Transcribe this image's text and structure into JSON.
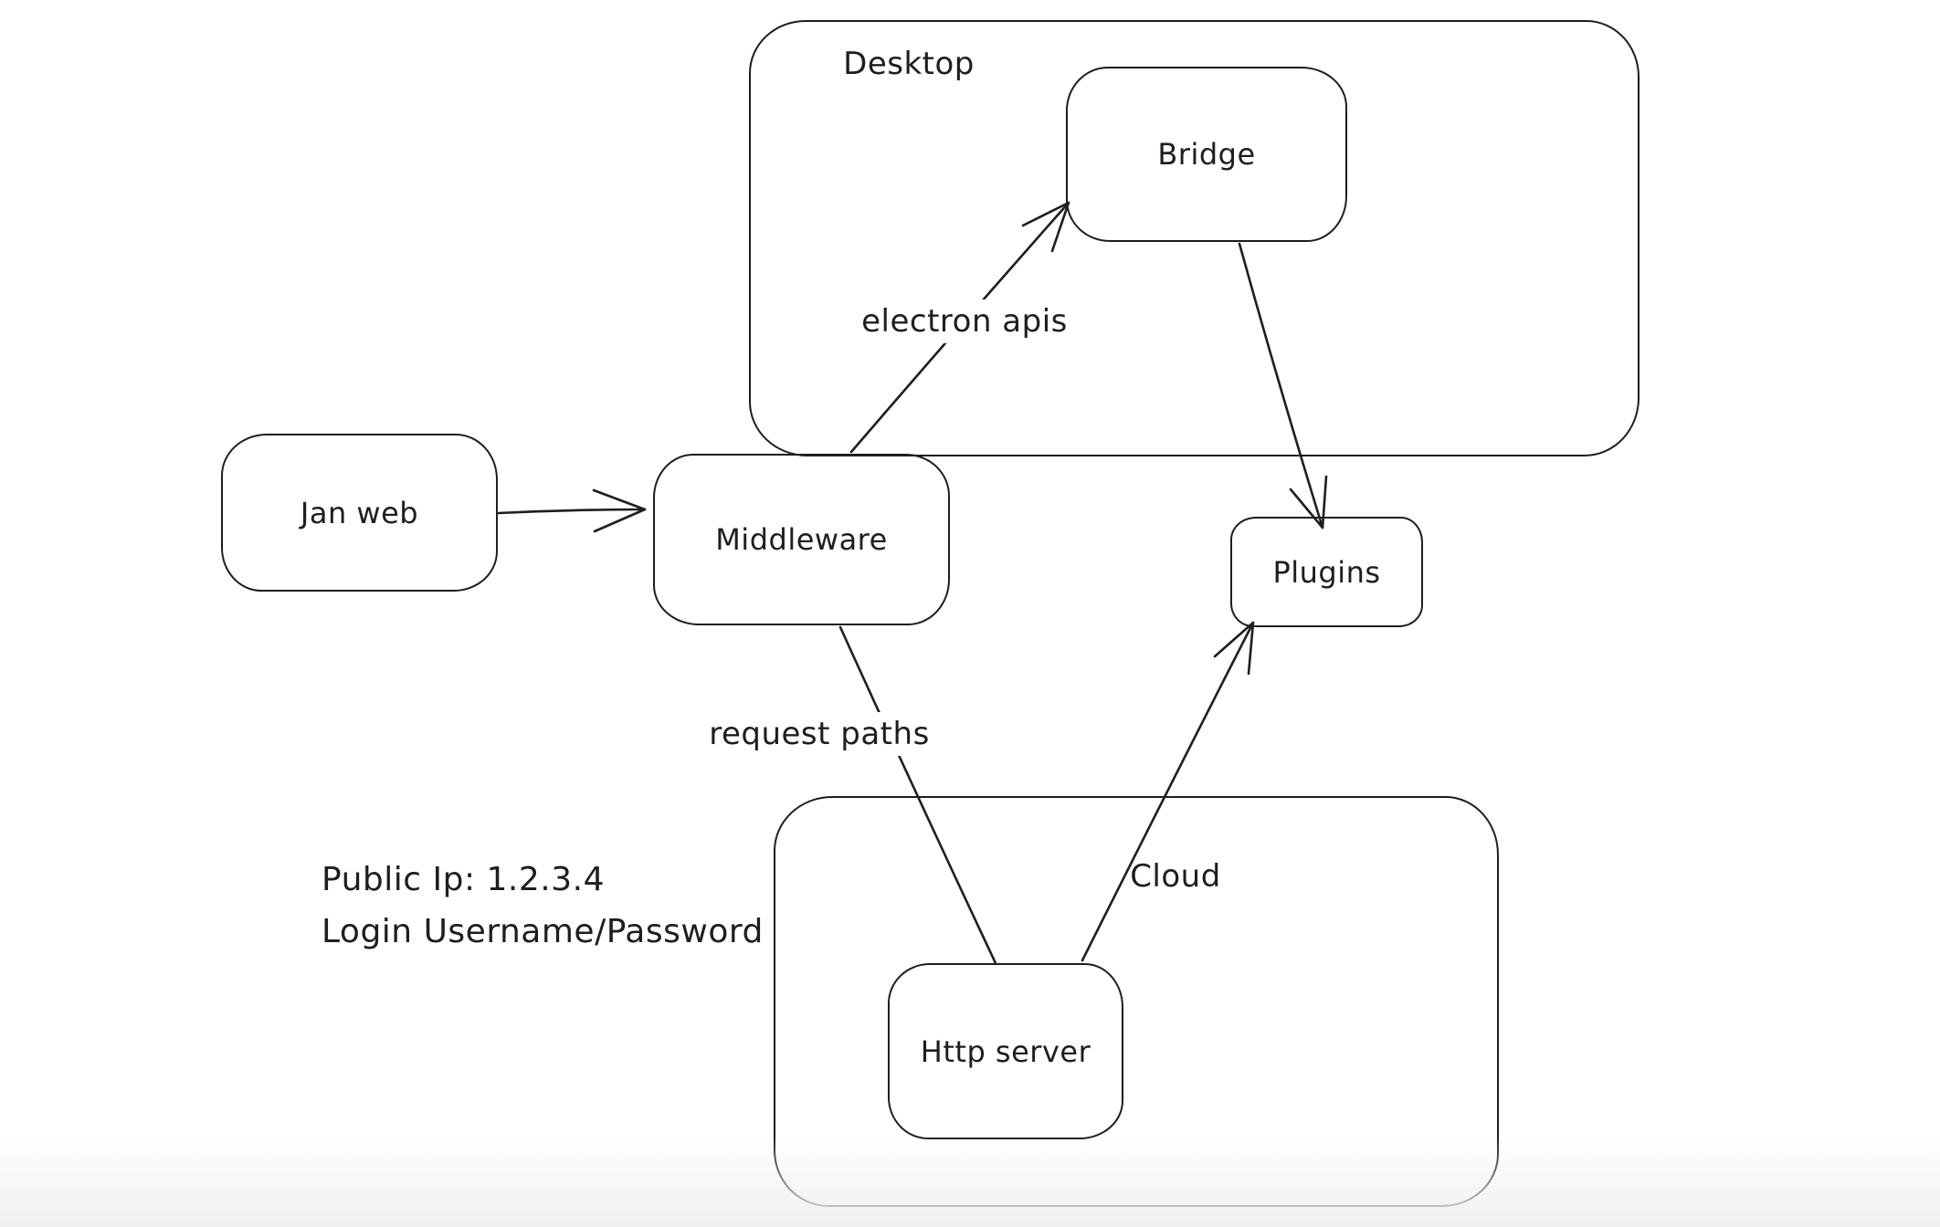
{
  "diagram": {
    "style": "hand-drawn whiteboard sketch",
    "colors": {
      "stroke": "#1e1e1e",
      "background": "#ffffff",
      "bottom_fade": "#f0f0f1"
    },
    "containers": {
      "desktop": {
        "label": "Desktop"
      },
      "cloud": {
        "label": "Cloud"
      }
    },
    "nodes": {
      "jan_web": {
        "label": "Jan web"
      },
      "middleware": {
        "label": "Middleware"
      },
      "bridge": {
        "label": "Bridge"
      },
      "plugins": {
        "label": "Plugins"
      },
      "http_server": {
        "label": "Http server"
      }
    },
    "edge_labels": {
      "electron_apis": "electron apis",
      "request_paths": "request paths"
    },
    "annotations": {
      "public_ip": "Public Ip: 1.2.3.4",
      "login": "Login Username/Password"
    },
    "edges": [
      {
        "from": "Jan web",
        "to": "Middleware",
        "label": "",
        "arrowhead": "end"
      },
      {
        "from": "Middleware",
        "to": "Bridge",
        "label": "electron apis",
        "arrowhead": "end"
      },
      {
        "from": "Bridge",
        "to": "Plugins",
        "label": "",
        "arrowhead": "end"
      },
      {
        "from": "Middleware",
        "to": "Http server",
        "label": "request paths",
        "arrowhead": "none"
      },
      {
        "from": "Http server",
        "to": "Plugins",
        "label": "",
        "arrowhead": "end"
      }
    ]
  }
}
